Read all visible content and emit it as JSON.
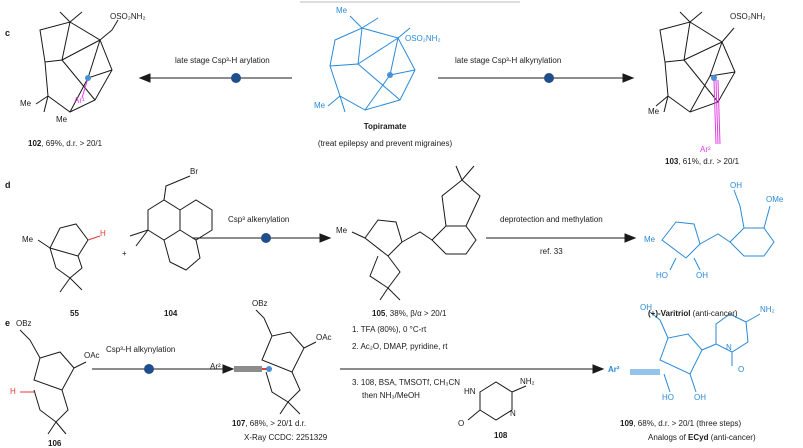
{
  "colors": {
    "accent": "#2a8ad8",
    "aryl": "#e040e0",
    "hydrogen": "#e53935",
    "dot": "#1f4e8c"
  },
  "panel_c": {
    "label": "c",
    "arrow_left": "late stage Csp³-H arylation",
    "arrow_right": "late stage Csp³-H alkynylation",
    "center_name": "Topiramate",
    "center_desc": "(treat epilepsy and prevent migraines)",
    "left_caption_num": "102",
    "left_caption_rest": ", 69%, d.r. > 20/1",
    "right_caption_num": "103",
    "right_caption_rest": ", 61%, d.r. > 20/1",
    "sulfamate": "OSO₂NH₂",
    "me": "Me",
    "ar1": "Ar¹",
    "ar2": "Ar²"
  },
  "panel_d": {
    "label": "d",
    "arrow1": "Csp³ alkenylation",
    "arrow2_top": "deprotection and methylation",
    "arrow2_bottom": "ref. 33",
    "cmpd55": "55",
    "cmpd104": "104",
    "product_num": "105",
    "product_rest": ", 38%, β/α > 20/1",
    "final_name": "(+)-Varitriol",
    "final_desc": " (anti-cancer)",
    "plus": "+",
    "br": "Br",
    "me": "Me",
    "h": "H",
    "oh": "OH",
    "ho": "HO",
    "ome": "OMe"
  },
  "panel_e": {
    "label": "e",
    "arrow1": "Csp³-H alkynylation",
    "step1": "1. TFA (80%), 0 °C-rt",
    "step2": "2. Ac₂O, DMAP, pyridine, rt",
    "step3": "3. 108, BSA, TMSOTf, CH₃CN",
    "step3b": "then NH₃/MeOH",
    "cmpd106": "106",
    "cmpd108": "108",
    "product_num": "107",
    "product_rest": ", 68%, > 20/1 d.r.",
    "xray": "X-Ray CCDC: 2251329",
    "final_num": "109",
    "final_rest": ", 68%, d.r. > 20/1 (three steps)",
    "final_desc_pre": "Analogs of ",
    "final_desc_bold": "ECyd",
    "final_desc_post": " (anti-cancer)",
    "obz": "OBz",
    "oac": "OAc",
    "ar2": "Ar²",
    "h": "H",
    "nh2": "NH₂",
    "hn": "HN",
    "n": "N",
    "o": "O",
    "oh": "OH",
    "ho": "HO"
  }
}
